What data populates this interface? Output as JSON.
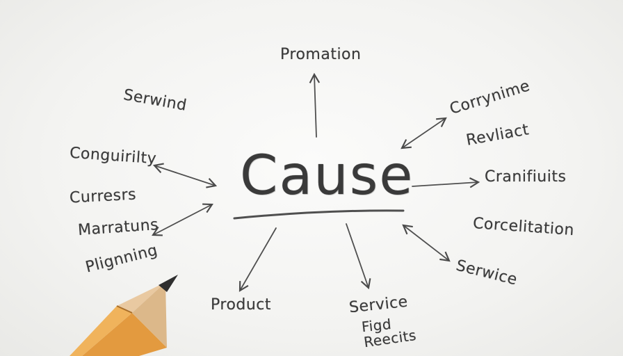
{
  "center_word": "Cause",
  "words": {
    "promation": "Promation",
    "serwind": "Serwind",
    "conguirilty": "Conguirilty",
    "curresrs": "Curresrs",
    "marratuns": "Marratuns",
    "plignning": "Plignning",
    "product": "Product",
    "service_bottom": "Service",
    "figd": "Figd",
    "reecits": "Reecits",
    "corrynime": "Corrynime",
    "revliact": "Revliact",
    "cranifiuits": "Cranifiuits",
    "corcelitation": "Corcelitation",
    "serwice": "Serwice"
  },
  "colors": {
    "ink": "#3b3b3b",
    "paper": "#f6f6f4",
    "pencil_body": "#e8a24a",
    "pencil_wood": "#e9c9a1",
    "pencil_lead": "#2f2f2f"
  }
}
